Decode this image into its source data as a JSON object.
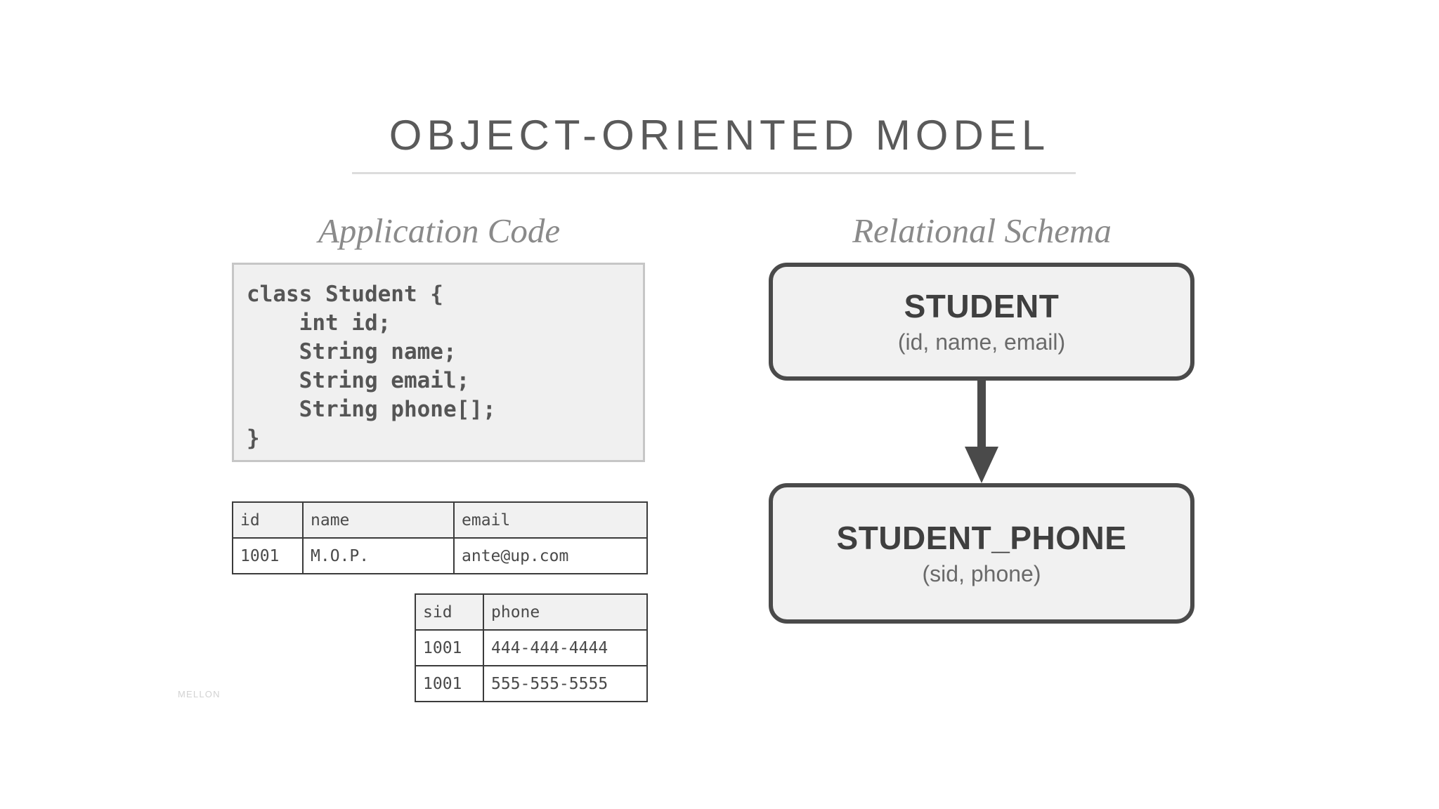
{
  "slide": {
    "title": "OBJECT-ORIENTED MODEL",
    "background_color": "#ffffff",
    "title_color": "#5a5a5a",
    "accent_color": "#4a4a4a",
    "watermark": "MELLON"
  },
  "left_column": {
    "heading": "Application Code",
    "code": "class Student {\n    int id;\n    String name;\n    String email;\n    String phone[];\n}",
    "student_table": {
      "name": "student-instance-table",
      "columns": [
        "id",
        "name",
        "email"
      ],
      "rows": [
        [
          "1001",
          "M.O.P.",
          "ante@up.com"
        ]
      ]
    },
    "phone_table": {
      "name": "student-phone-instance-table",
      "columns": [
        "sid",
        "phone"
      ],
      "rows": [
        [
          "1001",
          "444-444-4444"
        ],
        [
          "1001",
          "555-555-5555"
        ]
      ]
    }
  },
  "right_column": {
    "heading": "Relational Schema",
    "relations": [
      {
        "name": "STUDENT",
        "attributes": "(id, name, email)"
      },
      {
        "name": "STUDENT_PHONE",
        "attributes": "(sid, phone)"
      }
    ],
    "connector": {
      "icon": "arrow-down-icon",
      "direction": "down",
      "color": "#4a4a4a"
    }
  }
}
